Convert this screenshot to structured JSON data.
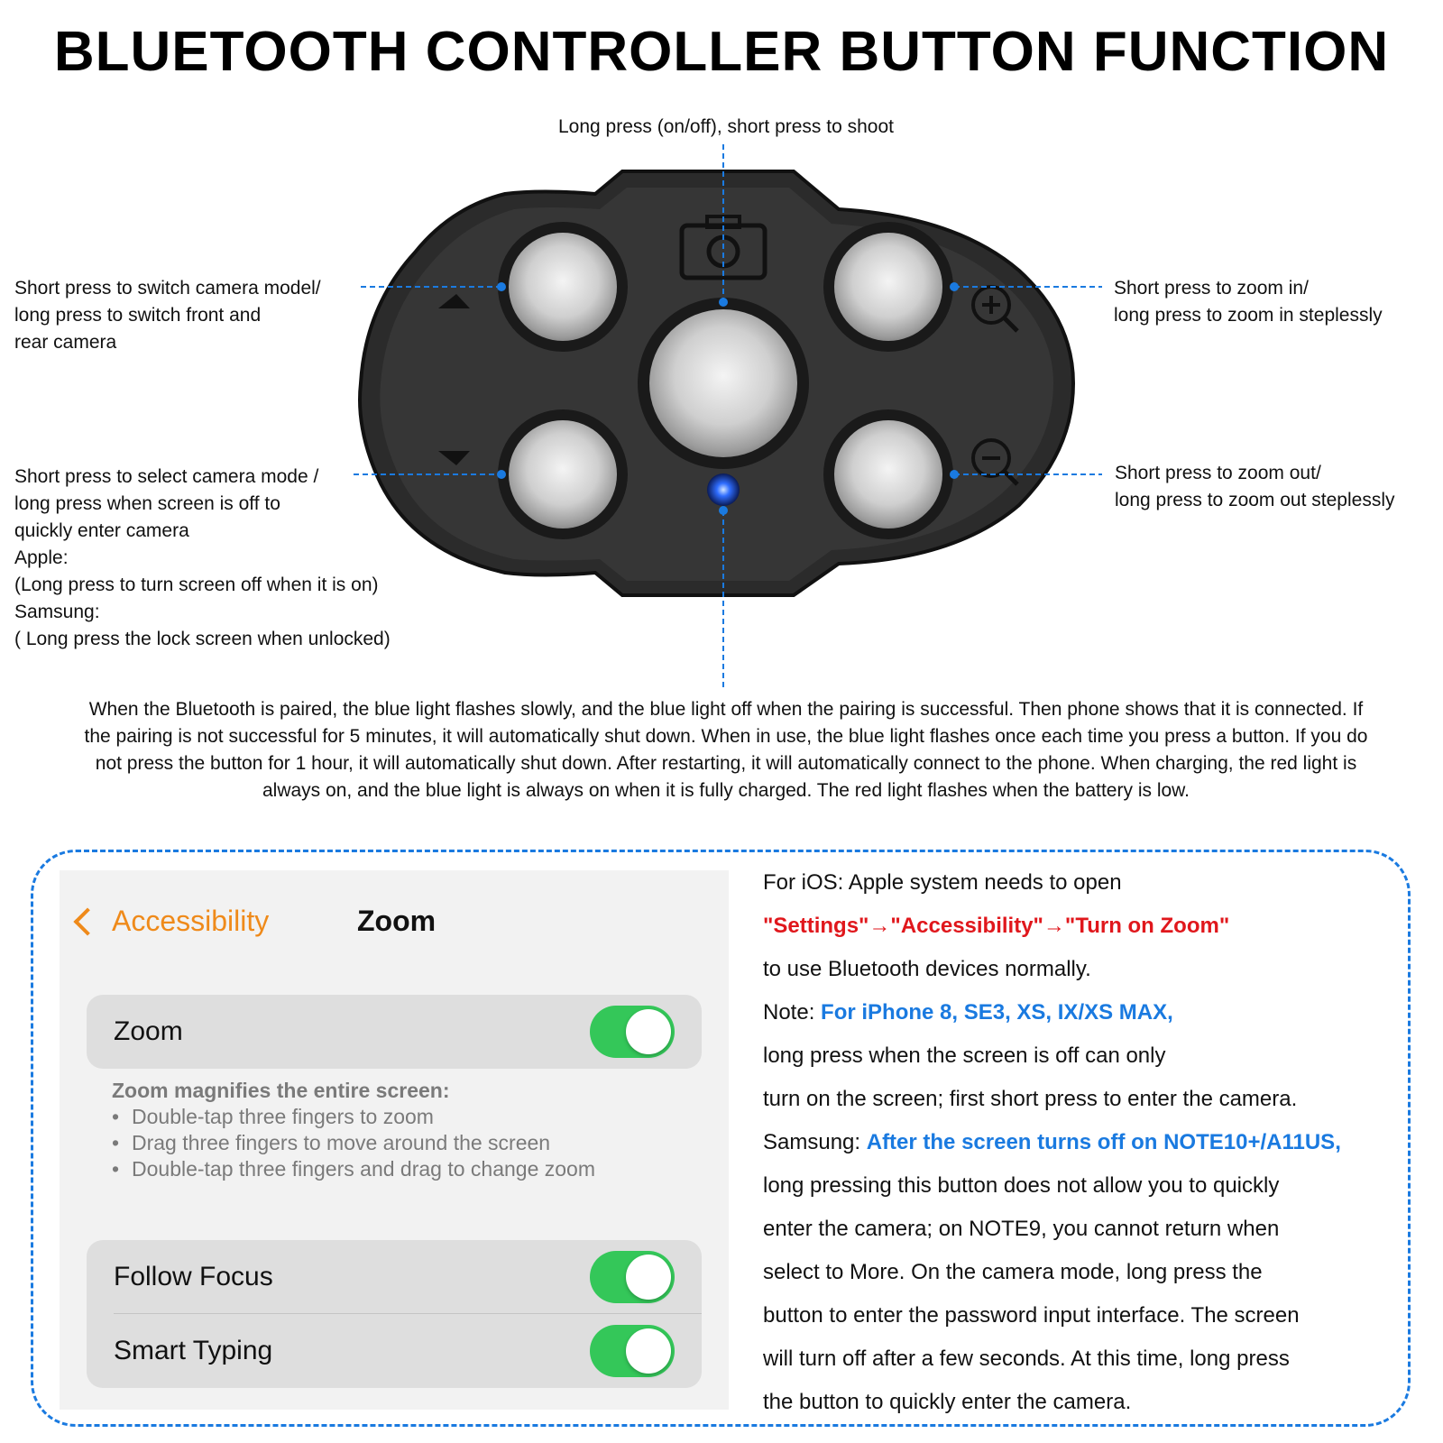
{
  "title": "BLUETOOTH CONTROLLER BUTTON FUNCTION",
  "callouts": {
    "top": "Long press (on/off), short press to shoot",
    "upper_left": [
      "Short press to switch camera model/",
      "long press to switch front and",
      "rear camera"
    ],
    "lower_left": [
      "Short press to select camera mode /",
      "long press when screen is off to",
      "quickly enter camera"
    ],
    "lower_left_extra": [
      "Apple:",
      "(Long press to turn screen off when it is on)",
      "Samsung:",
      "( Long press the lock screen when unlocked)"
    ],
    "upper_right": [
      "Short press to zoom in/",
      "long press to zoom in steplessly"
    ],
    "lower_right": [
      "Short press to zoom out/",
      "long press to zoom out steplessly"
    ]
  },
  "description": "When the Bluetooth is paired, the blue light flashes slowly, and the blue light off when the pairing is successful. Then phone shows that it is connected. If the pairing is not successful for 5 minutes, it will automatically shut down. When in use, the blue light flashes once each time you press a button. If you do not press the button for 1 hour, it will automatically shut down. After restarting, it will automatically connect to the phone. When charging, the red light is always on, and the blue light is always on when it is fully charged. The red light flashes when the battery is low.",
  "ios_screen": {
    "back_label": "Accessibility",
    "nav_title": "Zoom",
    "zoom_row": "Zoom",
    "footer_heading": "Zoom magnifies the entire screen:",
    "footer_items": [
      "Double-tap three fingers to zoom",
      "Drag three fingers to move around the screen",
      "Double-tap three fingers and drag to change zoom"
    ],
    "follow_focus": "Follow Focus",
    "smart_typing": "Smart Typing",
    "toggles": {
      "zoom": true,
      "follow_focus": true,
      "smart_typing": true
    }
  },
  "instructions": {
    "l1": "For iOS: Apple system needs to open",
    "l2": "\"Settings\"→\"Accessibility\"→\"Turn on Zoom\"",
    "l3": "to use Bluetooth devices normally.",
    "l4_prefix": "Note: ",
    "l4_highlight": "For iPhone 8, SE3, XS, IX/XS MAX,",
    "l5": "long press when the screen is off can only",
    "l6": "turn on the screen; first short press to enter the camera.",
    "l7_prefix": "Samsung: ",
    "l7_highlight": "After the screen turns off on NOTE10+/A11US,",
    "l8": "long pressing this button does not allow you to quickly",
    "l9": "enter the camera; on NOTE9, you cannot return when",
    "l10": "select to More. On the camera mode, long press the",
    "l11": "button to enter the password input interface. The screen",
    "l12": "will turn off after a few seconds. At this time, long press",
    "l13": "the button to quickly enter the camera."
  },
  "colors": {
    "accent_blue": "#1a7ae0",
    "warning_red": "#e0171c",
    "ios_orange": "#ef8a1a",
    "ios_green": "#34c759"
  },
  "icons": [
    "camera-icon",
    "zoom-in-icon",
    "zoom-out-icon",
    "triangle-up-icon",
    "triangle-down-icon",
    "blue-led-icon",
    "chevron-left-icon"
  ]
}
